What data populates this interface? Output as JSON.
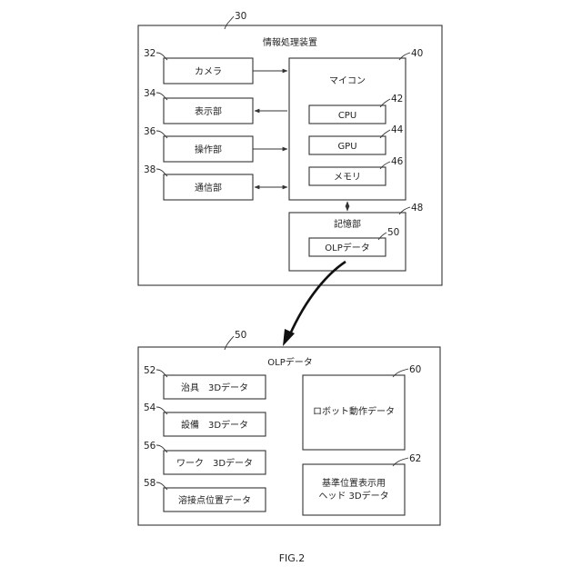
{
  "figure_label": "FIG.2",
  "device": {
    "ref": "30",
    "title": "情報処理装置",
    "blocks": [
      {
        "ref": "32",
        "label": "カメラ"
      },
      {
        "ref": "34",
        "label": "表示部"
      },
      {
        "ref": "36",
        "label": "操作部"
      },
      {
        "ref": "38",
        "label": "通信部"
      }
    ],
    "microcomputer": {
      "ref": "40",
      "title": "マイコン",
      "parts": [
        {
          "ref": "42",
          "label": "CPU"
        },
        {
          "ref": "44",
          "label": "GPU"
        },
        {
          "ref": "46",
          "label": "メモリ"
        }
      ]
    },
    "storage": {
      "ref": "48",
      "title": "記憶部",
      "olp": {
        "ref": "50",
        "label": "OLPデータ"
      }
    }
  },
  "olp_data": {
    "ref": "50",
    "title": "OLPデータ",
    "items": [
      {
        "ref": "52",
        "label": "治具　3Dデータ"
      },
      {
        "ref": "54",
        "label": "設備　3Dデータ"
      },
      {
        "ref": "56",
        "label": "ワーク　3Dデータ"
      },
      {
        "ref": "58",
        "label": "溶接点位置データ"
      }
    ],
    "robot": {
      "ref": "60",
      "label": "ロボット動作データ"
    },
    "head": {
      "ref": "62",
      "label_line1": "基準位置表示用",
      "label_line2": "ヘッド 3Dデータ"
    }
  }
}
